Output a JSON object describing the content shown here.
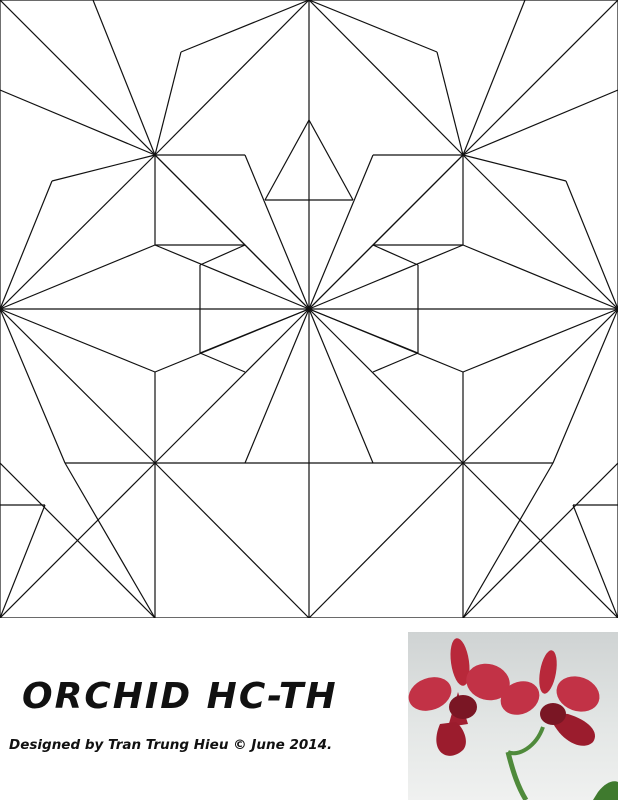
{
  "title": "ORCHID HC-TH",
  "credit": "Designed by Tran Trung Hieu © June 2014.",
  "colors": {
    "line": "#111111",
    "petal": "#b8283a",
    "petal_dark": "#7a1624",
    "stem": "#4f8a3b",
    "photo_bg": "#dcdfde"
  },
  "crease_pattern": {
    "description_name": "orchid-crease-pattern"
  },
  "photo": {
    "subject": "folded-orchid-photo"
  }
}
